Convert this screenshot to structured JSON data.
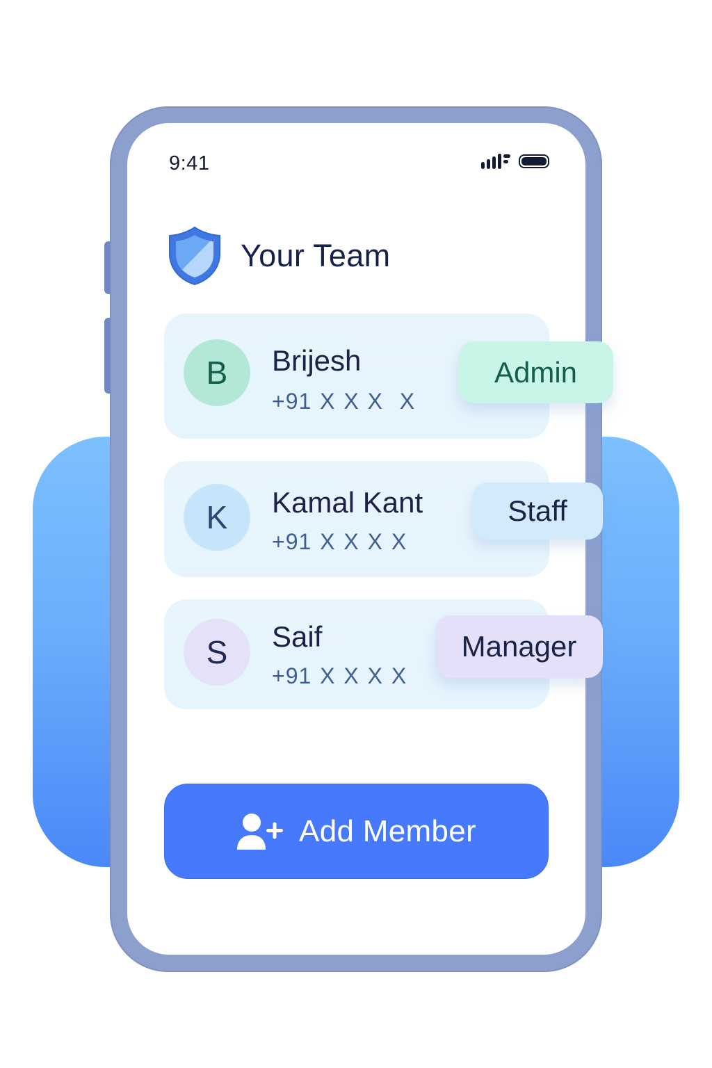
{
  "status_bar": {
    "time": "9:41",
    "icons": [
      "signal-icon",
      "battery-icon"
    ]
  },
  "header": {
    "icon": "shield-icon",
    "title": "Your Team"
  },
  "members": [
    {
      "initial": "B",
      "name": "Brijesh",
      "phone": "+91 X X X  X",
      "role": "Admin",
      "colors": {
        "avatar_bg": "#b3e8d6",
        "avatar_fg": "#145c4c",
        "badge_bg": "#c8f5e7",
        "badge_fg": "#155e4d"
      }
    },
    {
      "initial": "K",
      "name": "Kamal Kant",
      "phone": "+91 X X X X",
      "role": "Staff",
      "colors": {
        "avatar_bg": "#c5e5fb",
        "avatar_fg": "#2a4470",
        "badge_bg": "#d3eafc",
        "badge_fg": "#1a2447"
      }
    },
    {
      "initial": "S",
      "name": "Saif",
      "phone": "+91 X X X X",
      "role": "Manager",
      "colors": {
        "avatar_bg": "#e5e1f8",
        "avatar_fg": "#222a55",
        "badge_bg": "#e4e0fa",
        "badge_fg": "#1a2247"
      }
    }
  ],
  "actions": {
    "add_member_label": "Add Member",
    "add_member_icon": "user-plus-icon"
  },
  "theme": {
    "phone_frame": "#8d9fcc",
    "primary": "#4679fc",
    "background_panel_top": "#7cc0fe",
    "background_panel_bottom": "#4a88f8",
    "text_dark": "#17224a"
  }
}
